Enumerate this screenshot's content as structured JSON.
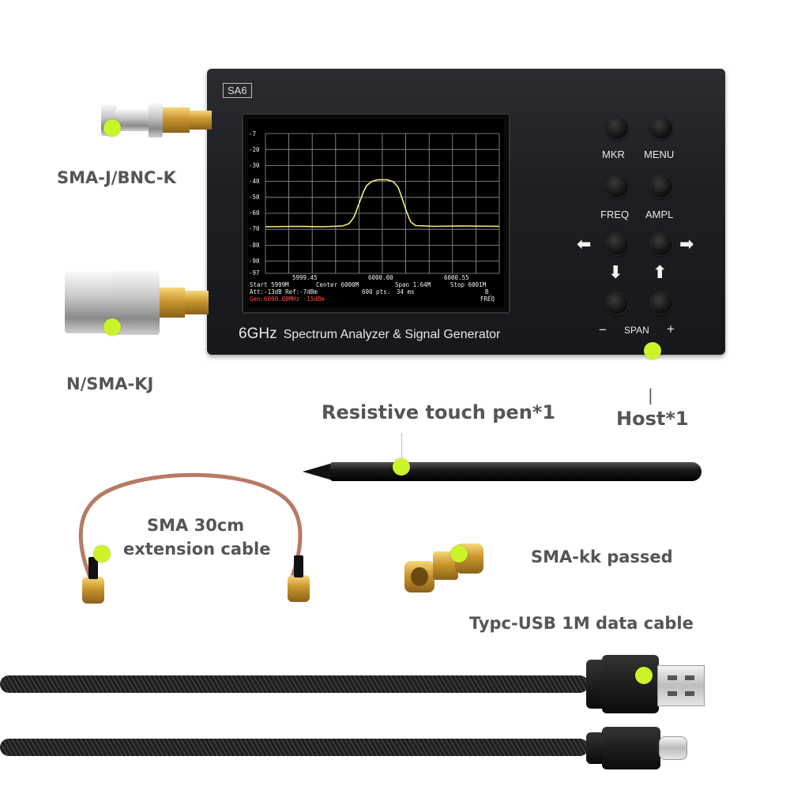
{
  "labels": {
    "bnc_adapter": "SMA-J/BNC-K",
    "n_adapter": "N/SMA-KJ",
    "touch_pen": "Resistive touch pen*1",
    "host": "Host*1",
    "host_tick": "|",
    "sma_cable_line1": "SMA 30cm",
    "sma_cable_line2": "extension cable",
    "sma_kk": "SMA-kk passed",
    "usb_cable": "Typc-USB 1M data cable"
  },
  "device": {
    "model_badge": "SA6",
    "brand_big": "6GHz",
    "brand_rest": "Spectrum Analyzer & Signal Generator",
    "buttons": {
      "mkr": "MKR",
      "menu": "MENU",
      "freq": "FREQ",
      "ampl": "AMPL",
      "span_minus": "−",
      "span": "SPAN",
      "span_plus": "+",
      "arrow_left": "⬅",
      "arrow_right": "➡",
      "arrow_down": "⬇",
      "arrow_up": "⬆"
    },
    "screen": {
      "y_ticks": [
        "-7",
        "-20",
        "-30",
        "-40",
        "-50",
        "-60",
        "-70",
        "-80",
        "-90",
        "-97"
      ],
      "x_tick_1": "5999.45",
      "x_tick_2": "6000.00",
      "x_tick_3": "6000.55",
      "start": "Start 5999M",
      "center": "Center 6000M",
      "span": "Span 1.64M",
      "stop": "Stop 6001M",
      "att_ref": "Att:-13dB Ref:-7dBm",
      "points": "600 pts.",
      "sweep": "34 ms",
      "gen": "Gen:6000.00MHz -15dBm",
      "mode": "FREQ",
      "marker_tag": "B_"
    }
  },
  "colors": {
    "callout_dot": "#ccf22a",
    "trace": "#f4f27a",
    "grid": "#9a9a9a",
    "label_text": "#555555",
    "gen_text": "#ff4d4d"
  }
}
